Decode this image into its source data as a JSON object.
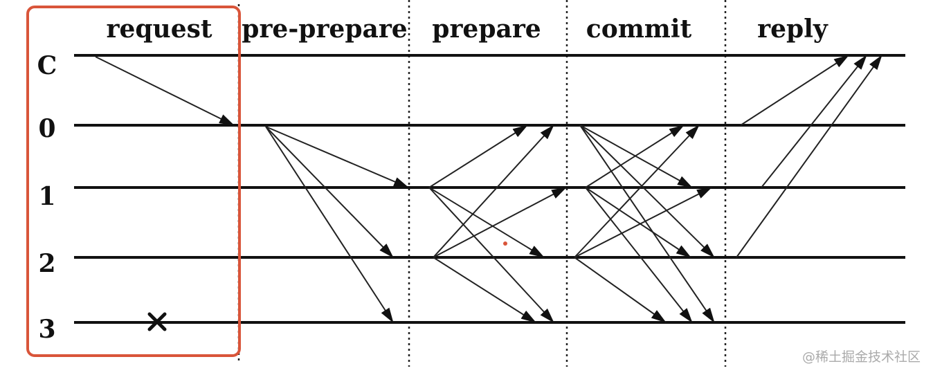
{
  "diagram": {
    "phases": [
      "request",
      "pre-prepare",
      "prepare",
      "commit",
      "reply"
    ],
    "nodes": [
      "C",
      "0",
      "1",
      "2",
      "3"
    ],
    "crashed_node": "3",
    "crash_symbol": "X",
    "highlighted_phase": "request",
    "highlight_color": "#d9553a",
    "watermark": "@稀土掘金技术社区"
  }
}
